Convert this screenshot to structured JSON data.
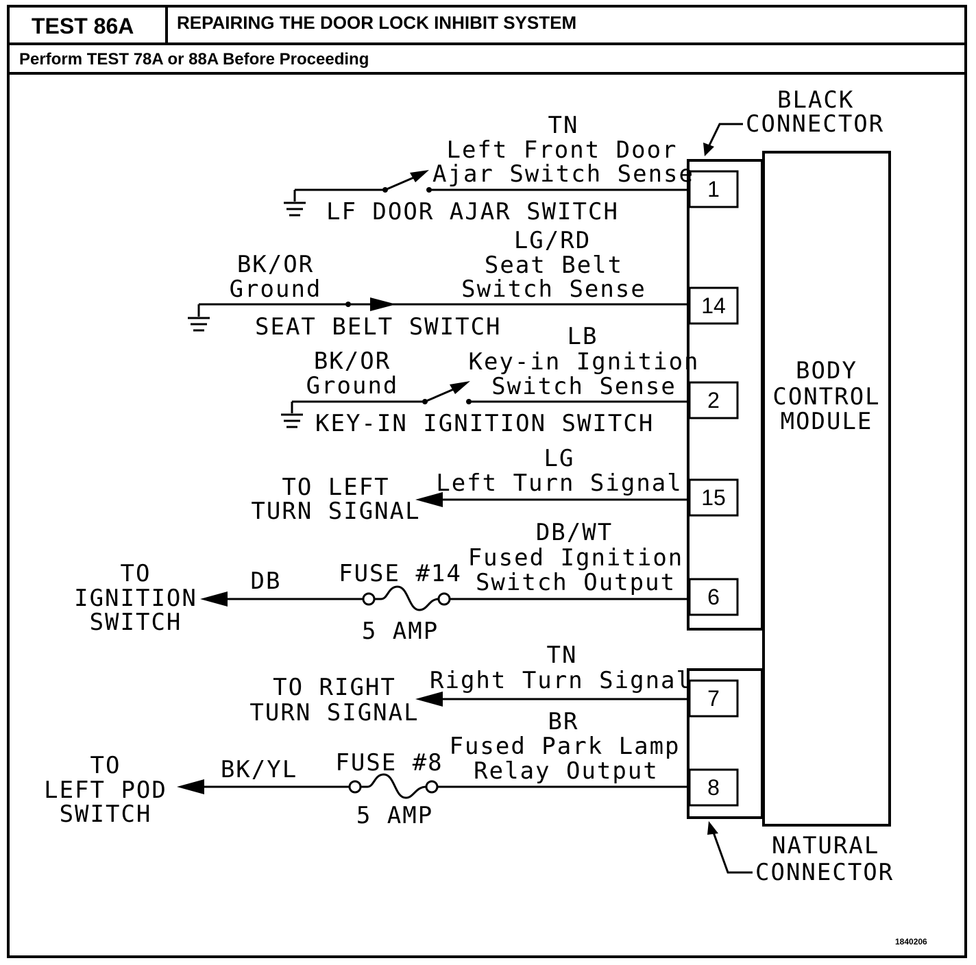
{
  "header": {
    "test_id": "TEST 86A",
    "title": "REPAIRING THE DOOR LOCK INHIBIT SYSTEM",
    "subtitle": "Perform TEST 78A or 88A Before Proceeding"
  },
  "connectors": {
    "black": [
      "BLACK",
      "CONNECTOR"
    ],
    "natural": [
      "NATURAL",
      "CONNECTOR"
    ]
  },
  "module": [
    "BODY",
    "CONTROL",
    "MODULE"
  ],
  "circuits": [
    {
      "pin": "1",
      "color": "TN",
      "signal": [
        "Left Front Door",
        "Ajar Switch Sense"
      ],
      "device": "LF DOOR AJAR SWITCH"
    },
    {
      "pin": "14",
      "color": "LG/RD",
      "signal": [
        "Seat Belt",
        "Switch Sense"
      ],
      "ground_color": "BK/OR",
      "ground_label": "Ground",
      "device": "SEAT BELT SWITCH"
    },
    {
      "pin": "2",
      "color": "LB",
      "signal": [
        "Key-in Ignition",
        "Switch Sense"
      ],
      "ground_color": "BK/OR",
      "ground_label": "Ground",
      "device": "KEY-IN IGNITION SWITCH"
    },
    {
      "pin": "15",
      "color": "LG",
      "signal": [
        "Left Turn Signal"
      ],
      "destination": [
        "TO LEFT",
        "TURN SIGNAL"
      ]
    },
    {
      "pin": "6",
      "color": "DB/WT",
      "signal": [
        "Fused Ignition",
        "Switch Output"
      ],
      "fuse": "FUSE #14",
      "fuse_rating": "5 AMP",
      "out_color": "DB",
      "destination": [
        "TO",
        "IGNITION",
        "SWITCH"
      ]
    },
    {
      "pin": "7",
      "color": "TN",
      "signal": [
        "Right Turn Signal"
      ],
      "destination": [
        "TO RIGHT",
        "TURN SIGNAL"
      ]
    },
    {
      "pin": "8",
      "color": "BR",
      "signal": [
        "Fused Park Lamp",
        "Relay Output"
      ],
      "fuse": "FUSE #8",
      "fuse_rating": "5 AMP",
      "out_color": "BK/YL",
      "destination": [
        "TO",
        "LEFT POD",
        "SWITCH"
      ]
    }
  ],
  "figure_number": "1840206"
}
